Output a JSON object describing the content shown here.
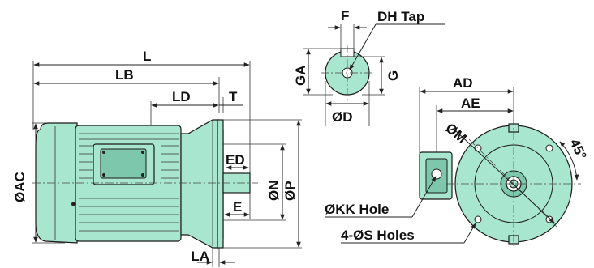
{
  "labels": {
    "L": "L",
    "LB": "LB",
    "LD": "LD",
    "T": "T",
    "AC": "ØAC",
    "ED": "ED",
    "N": "ØN",
    "P": "ØP",
    "E": "E",
    "LA": "LA",
    "F": "F",
    "DH": "DH Tap",
    "GA": "GA",
    "G": "G",
    "D": "ØD",
    "AD": "AD",
    "AE": "AE",
    "M": "ØM",
    "angle": "45°",
    "KK": "ØKK Hole",
    "S": "4-ØS Holes"
  },
  "colors": {
    "body": "#a9e6cf",
    "body_dark": "#7dc8ad",
    "line": "#1a1a1a"
  }
}
